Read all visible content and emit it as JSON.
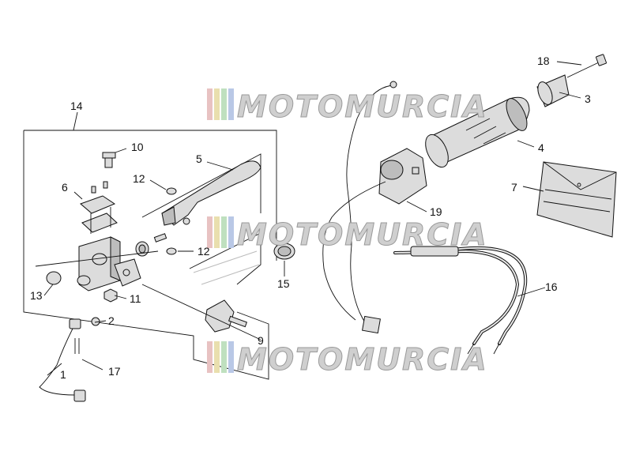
{
  "watermark": {
    "text": "MOTOMURCIA",
    "stripe_colors": [
      "#e8c2c2",
      "#e9dfae",
      "#bfe0bf",
      "#b9c8e6"
    ]
  },
  "callouts": {
    "n1": "1",
    "n2": "2",
    "n3": "3",
    "n4": "4",
    "n5": "5",
    "n6": "6",
    "n7": "7",
    "n9": "9",
    "n10": "10",
    "n11": "11",
    "n12a": "12",
    "n12b": "12",
    "n13": "13",
    "n14": "14",
    "n15": "15",
    "n16": "16",
    "n17": "17",
    "n18": "18",
    "n19": "19"
  }
}
